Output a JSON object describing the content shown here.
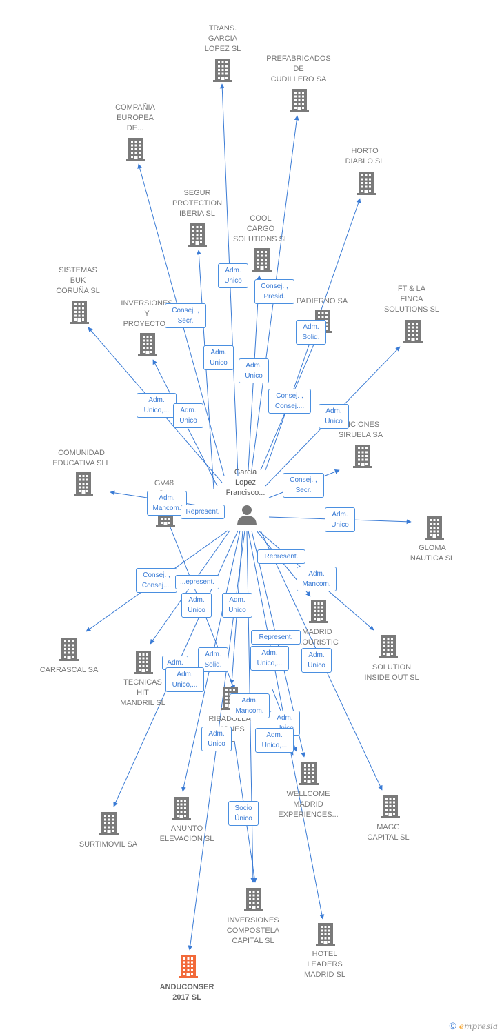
{
  "colors": {
    "edge": "#3a7bd5",
    "building": "#7a7a7a",
    "focus": "#f26a3a",
    "person": "#777777"
  },
  "center": {
    "label": "Garcia\nLopez\nFrancisco..."
  },
  "nodes": [
    {
      "id": "trans",
      "label": "TRANS.\nGARCIA\nLOPEZ SL"
    },
    {
      "id": "prefab",
      "label": "PREFABRICADOS\nDE\nCUDILLERO SA"
    },
    {
      "id": "compania",
      "label": "COMPAÑIA\nEUROPEA\nDE..."
    },
    {
      "id": "horto",
      "label": "HORTO\nDIABLO  SL"
    },
    {
      "id": "segur",
      "label": "SEGUR\nPROTECTION\nIBERIA SL"
    },
    {
      "id": "cool",
      "label": "COOL\nCARGO\nSOLUTIONS  SL"
    },
    {
      "id": "sistemas",
      "label": "SISTEMAS\nBUK\nCORUÑA SL"
    },
    {
      "id": "padierno",
      "label": "PADIERNO SA"
    },
    {
      "id": "ftfinca",
      "label": "FT & LA\nFINCA\nSOLUTIONS  SL"
    },
    {
      "id": "inversiones_y",
      "label": "INVERSIONES\nY\nPROYECTOS"
    },
    {
      "id": "siruela",
      "label": "...ICIONES\nSIRUELA SA"
    },
    {
      "id": "comunidad",
      "label": "COMUNIDAD\nEDUCATIVA SLL"
    },
    {
      "id": "gv48",
      "label": "GV48\nC..."
    },
    {
      "id": "gloma",
      "label": "GLOMA\nNAUTICA SL"
    },
    {
      "id": "carrascal",
      "label": "CARRASCAL SA"
    },
    {
      "id": "madrid_touristic",
      "label": "MADRID\n...OURISTIC\nCA...  SL"
    },
    {
      "id": "solution",
      "label": "SOLUTION\nINSIDE OUT SL"
    },
    {
      "id": "tecnicas",
      "label": "TECNICAS\nHIT\nMANDRIL SL"
    },
    {
      "id": "ribadulla",
      "label": "RIBADULLA\n...IONES\n...L"
    },
    {
      "id": "wellcome",
      "label": "WELLCOME\nMADRID\nEXPERIENCES..."
    },
    {
      "id": "magg",
      "label": "MAGG\nCAPITAL  SL"
    },
    {
      "id": "surtimovil",
      "label": "SURTIMOVIL SA"
    },
    {
      "id": "anunto",
      "label": "ANUNTO\nELEVACION  SL"
    },
    {
      "id": "compostela",
      "label": "INVERSIONES\nCOMPOSTELA\nCAPITAL  SL"
    },
    {
      "id": "hotel",
      "label": "HOTEL\nLEADERS\nMADRID  SL"
    },
    {
      "id": "anduconser",
      "label": "ANDUCONSER\n2017  SL"
    }
  ],
  "relations": [
    {
      "id": "r1",
      "label": "Adm.\nUnico"
    },
    {
      "id": "r2",
      "label": "Consej. ,\nPresid."
    },
    {
      "id": "r3",
      "label": "Consej. ,\nSecr."
    },
    {
      "id": "r4",
      "label": "Adm.\nSolid."
    },
    {
      "id": "r5",
      "label": "Adm.\nUnico"
    },
    {
      "id": "r6",
      "label": "Adm.\nUnico"
    },
    {
      "id": "r7",
      "label": "Consej. ,\nConsej...."
    },
    {
      "id": "r8",
      "label": "Adm.\nUnico,..."
    },
    {
      "id": "r9",
      "label": "Adm.\nUnico"
    },
    {
      "id": "r10",
      "label": "Adm.\nUnico"
    },
    {
      "id": "r11",
      "label": "Consej. ,\nSecr."
    },
    {
      "id": "r12",
      "label": "Adm.\nMancom."
    },
    {
      "id": "r13",
      "label": "Represent."
    },
    {
      "id": "r14",
      "label": "Adm.\nUnico"
    },
    {
      "id": "r15",
      "label": "Represent."
    },
    {
      "id": "r16",
      "label": "Adm.\nMancom."
    },
    {
      "id": "r17",
      "label": "Consej. ,\nConsej...."
    },
    {
      "id": "r18",
      "label": "...epresent."
    },
    {
      "id": "r19",
      "label": "Adm.\nUnico"
    },
    {
      "id": "r20",
      "label": "Adm.\nUnico"
    },
    {
      "id": "r21",
      "label": "Represent."
    },
    {
      "id": "r22",
      "label": "Adm.\nUnico,..."
    },
    {
      "id": "r23",
      "label": "Adm.\nUnico"
    },
    {
      "id": "r24",
      "label": "Adm.\nSolid."
    },
    {
      "id": "r25",
      "label": "Adm."
    },
    {
      "id": "r26",
      "label": "Adm.\nUnico,..."
    },
    {
      "id": "r27",
      "label": "Adm.\nMancom."
    },
    {
      "id": "r28",
      "label": "Adm.\nUnico"
    },
    {
      "id": "r29",
      "label": "Adm.\nUnico,..."
    },
    {
      "id": "r30",
      "label": "Adm.\nUnico"
    },
    {
      "id": "r31",
      "label": "Socio\nÚnico"
    }
  ],
  "footer": {
    "copyright": "©",
    "brand_e": "e",
    "brand_rest": "mpresia"
  }
}
